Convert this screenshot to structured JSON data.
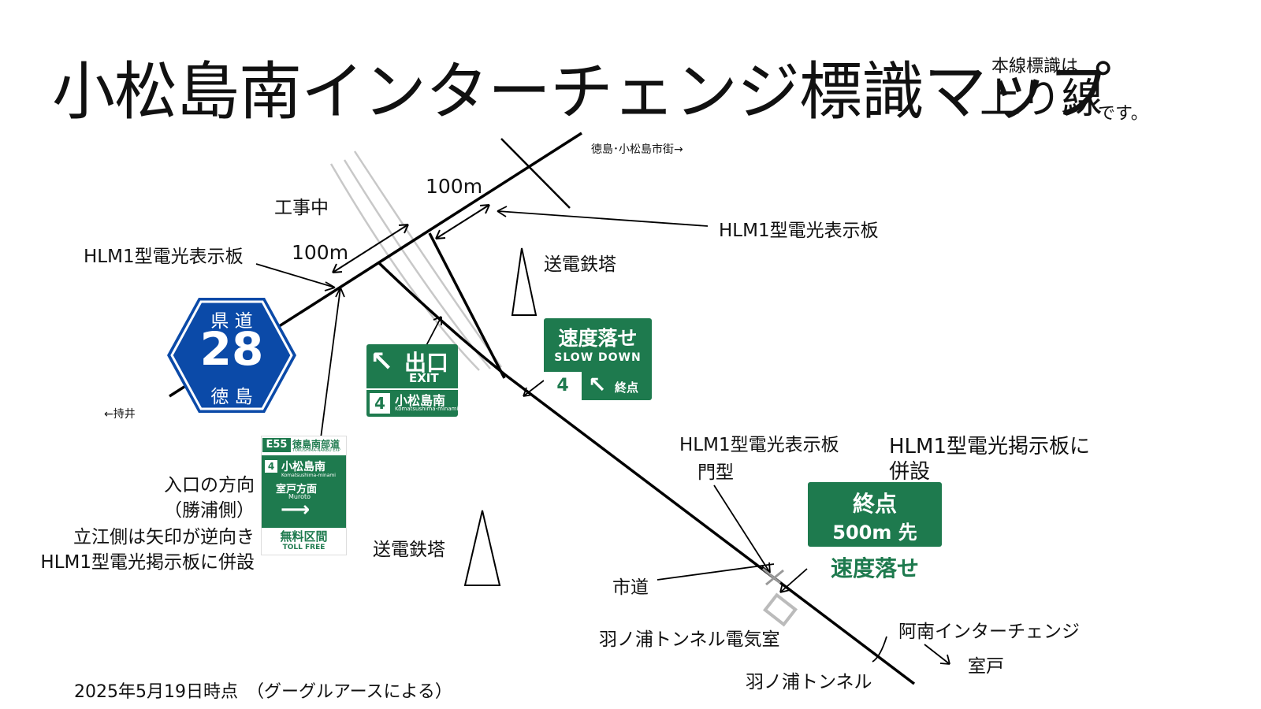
{
  "title": "小松島南インターチェンジ標識マップ",
  "direction_note": {
    "line1": "本線標識は",
    "line2": "上り線",
    "line3": "です。"
  },
  "labels": {
    "tokushima_city": "徳島･小松島市街→",
    "mochii": "←持井",
    "construction": "工事中",
    "dist_100m_upper": "100m",
    "dist_100m_lower": "100m",
    "hlm1_left": "HLM1型電光表示板",
    "hlm1_right": "HLM1型電光表示板",
    "tower_upper": "送電鉄塔",
    "tower_lower": "送電鉄塔",
    "entrance_note_1": "入口の方向",
    "entrance_note_2": "（勝浦側）",
    "entrance_note_3": "立江側は矢印が逆向き",
    "entrance_note_4": "HLM1型電光掲示板に併設",
    "hlm1_gantry_1": "HLM1型電光表示板",
    "hlm1_gantry_2": "門型",
    "hlm1_attached_1": "HLM1型電光掲示板に",
    "hlm1_attached_2": "併設",
    "city_road": "市道",
    "hanoura_room": "羽ノ浦トンネル電気室",
    "hanoura_tunnel": "羽ノ浦トンネル",
    "anan_ic": "阿南インターチェンジ",
    "muroto": "室戸",
    "date_note": "2025年5月19日時点　（グーグルアースによる）"
  },
  "route_shield": {
    "top": "県 道",
    "number": "28",
    "bottom": "徳 島",
    "color": "#0b4aa8"
  },
  "exit_sign": {
    "top": "出口",
    "sub": "EXIT",
    "number": "4",
    "name": "小松島南",
    "romaji": "Komatsushima-minami"
  },
  "slow_sign": {
    "top": "速度落せ",
    "sub": "SLOW DOWN",
    "number": "4",
    "end": "終点"
  },
  "entrance_sign": {
    "route": "E55",
    "road": "徳島南部道",
    "road_en": "TOKUSHIMA-NANBU EXP",
    "number": "4",
    "name": "小松島南",
    "romaji": "Komatsushima-minami",
    "dest": "室戸方面",
    "dest_en": "Muroto",
    "free": "無料区間",
    "free_en": "TOLL FREE"
  },
  "end_sign": {
    "line1": "終点",
    "line2": "500m 先",
    "slow": "速度落せ"
  },
  "colors": {
    "sign_green": "#1e7a4e",
    "shield_blue": "#0b4aa8",
    "ramp_gray": "#c8c8c8"
  }
}
